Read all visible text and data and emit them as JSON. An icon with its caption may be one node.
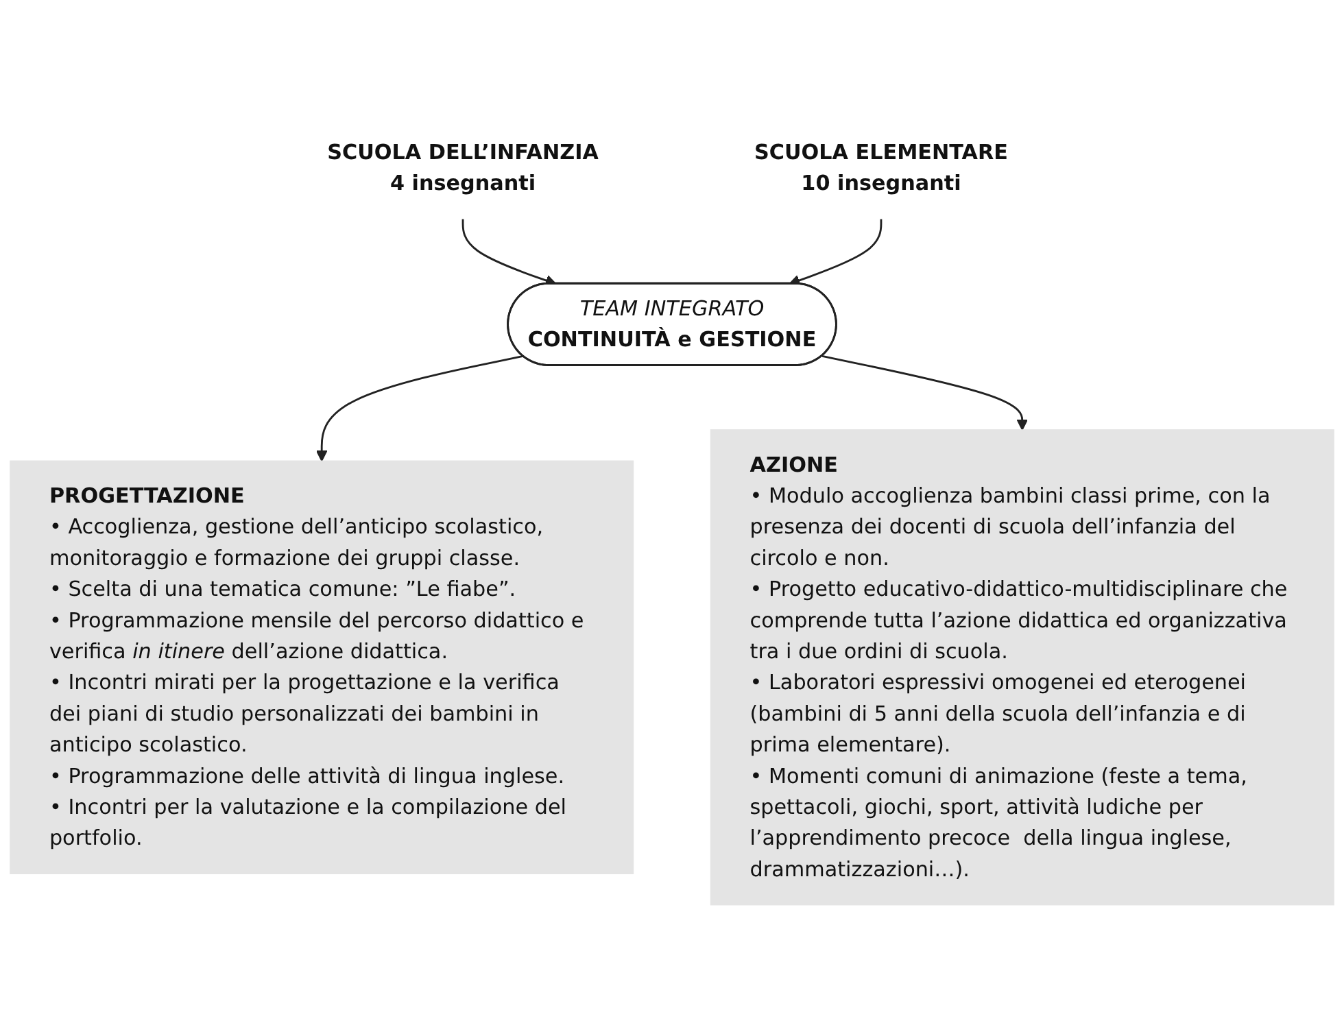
{
  "diagram": {
    "nodes": [
      {
        "text": [
          "SCUOLA DELL’INFANZIA",
          "4 insegnanti"
        ]
      },
      {
        "text": [
          "SCUOLA ELEMENTARE",
          "10 insegnanti"
        ]
      },
      {
        "text": [
          "TEAM INTEGRATO",
          "CONTINUITÀ e GESTIONE"
        ]
      },
      {
        "text": [
          "PROGETTAZIONE",
          "• Accoglienza, gestione dell’anticipo scolastico, monitoraggio e formazione dei gruppi classe.",
          "• Scelta di una tematica comune: ”Le fiabe”.",
          "• Programmazione mensile del percorso didattico e verifica *in itinere* dell’azione didattica.",
          "• Incontri mirati per la progettazione e la verifica dei piani di studio personalizzati dei bambini in anticipo scolastico.",
          "• Programmazione delle attività di lingua inglese.",
          "• Incontri per la valutazione e la compilazione del portfolio."
        ]
      },
      {
        "text": [
          "AZIONE",
          "• Modulo accoglienza bambini classi prime, con la presenza dei docenti di scuola dell’infanzia del circolo e non.",
          "• Progetto educativo-didattico-multidisciplinare che comprende tutta l’azione didattica ed organizzativa tra i due ordini di scuola.",
          "• Laboratori espressivi omogenei ed eterogenei (bambini di 5 anni della scuola dell’infanzia e di prima elementare).",
          "• Momenti comuni di animazione (feste a tema, spettacoli, giochi, sport, attività ludiche per l’apprendimento precoce  della lingua inglese, drammatizzazioni…)."
        ]
      }
    ],
    "edges": [
      {
        "from": 0,
        "to": 2,
        "arrow": "to"
      },
      {
        "from": 1,
        "to": 2,
        "arrow": "to"
      },
      {
        "from": 2,
        "to": 3,
        "arrow": "to"
      },
      {
        "from": 2,
        "to": 4,
        "arrow": "to"
      }
    ]
  }
}
